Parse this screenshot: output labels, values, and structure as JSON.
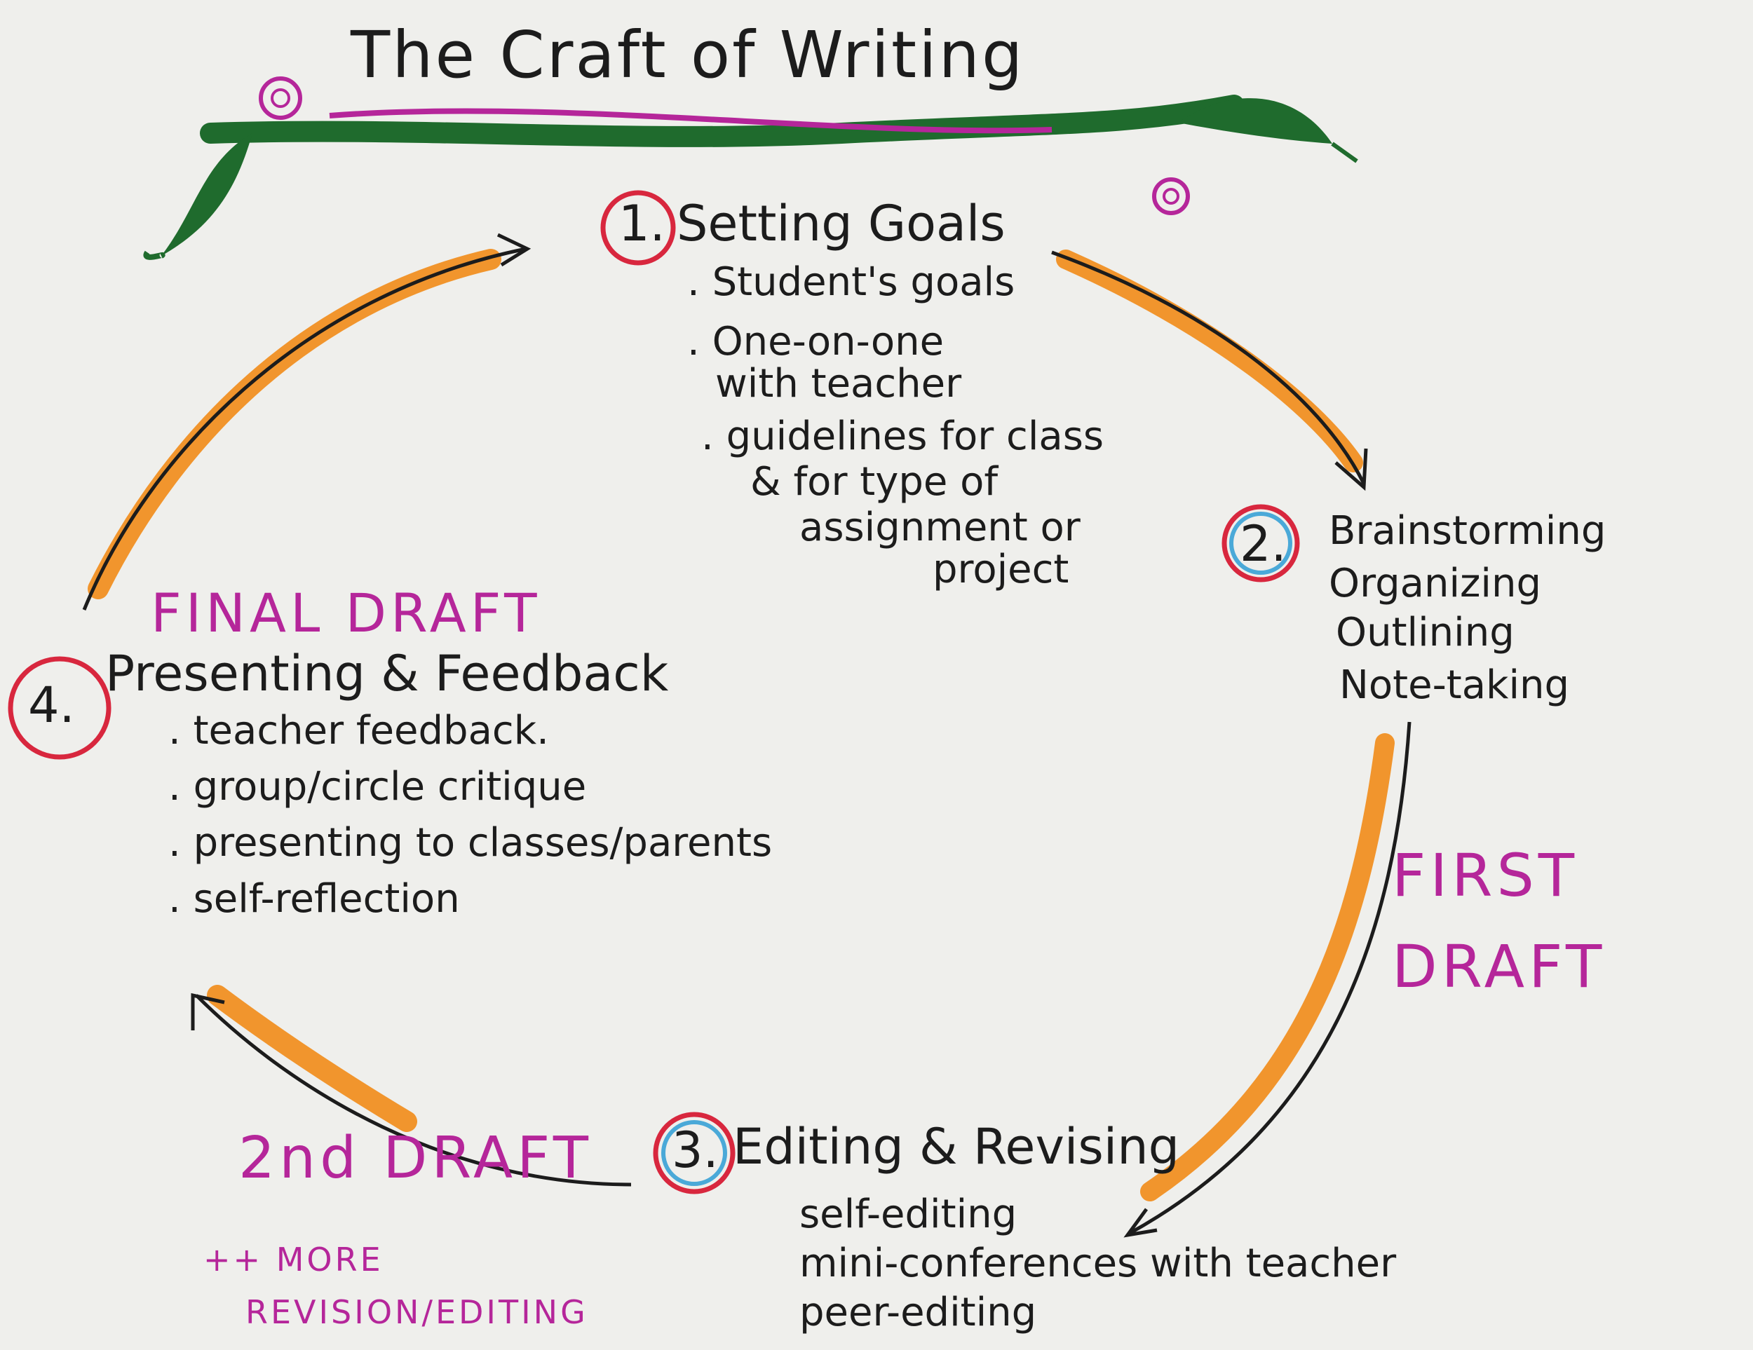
{
  "title": "The Craft of Writing",
  "colors": {
    "paper": "#efefec",
    "ink": "#1c1c1c",
    "arrow_orange": "#f1952d",
    "magenta": "#b5269a",
    "circle_red": "#d8273e",
    "circle_blue": "#4aa9d8",
    "leaf_green": "#1f6b2d"
  },
  "steps": [
    {
      "number": "1.",
      "title": "Setting Goals",
      "items": [
        ". Student's goals",
        ". One-on-one",
        "with teacher",
        ". guidelines for class",
        "& for type of",
        "assignment or",
        "project"
      ]
    },
    {
      "number": "2.",
      "lines": [
        "Brainstorming",
        "Organizing",
        "Outlining",
        "Note-taking"
      ]
    },
    {
      "number": "3.",
      "title": "Editing & Revising",
      "items": [
        "self-editing",
        "mini-conferences with teacher",
        "peer-editing"
      ]
    },
    {
      "number": "4.",
      "title": "Presenting & Feedback",
      "items": [
        ". teacher feedback.",
        ". group/circle critique",
        ". presenting to classes/parents",
        ". self-reflection"
      ]
    }
  ],
  "drafts": {
    "final": "FINAL DRAFT",
    "first_line1": "FIRST",
    "first_line2": "DRAFT",
    "second": "2nd DRAFT",
    "more_line1": "++ MORE",
    "more_line2": "REVISION/EDITING"
  }
}
